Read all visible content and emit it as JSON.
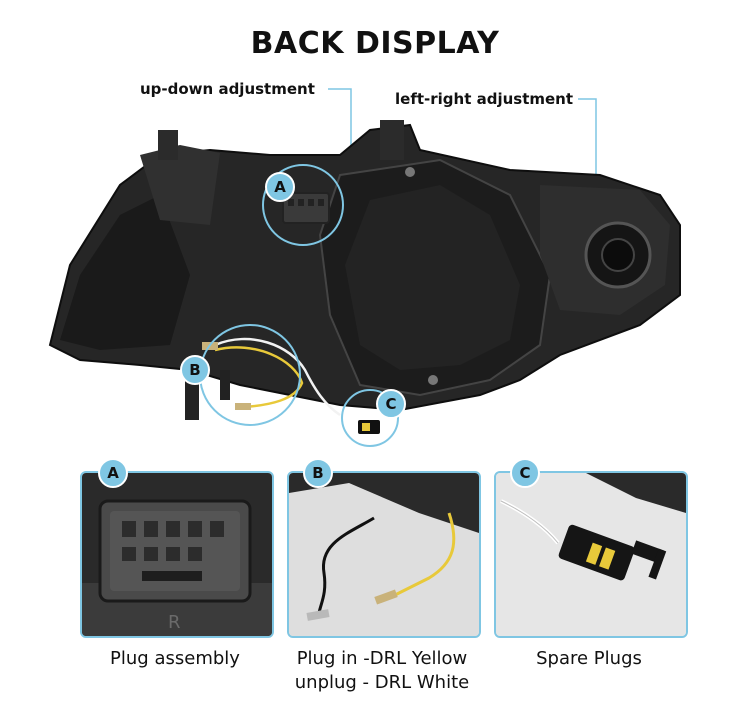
{
  "title": "BACK DISPLAY",
  "callouts": {
    "up_down": "up-down adjustment",
    "left_right": "left-right adjustment"
  },
  "markers": [
    "A",
    "B",
    "C"
  ],
  "panels": [
    {
      "badge": "A",
      "caption_lines": [
        "Plug assembly"
      ]
    },
    {
      "badge": "B",
      "caption_lines": [
        "Plug in -DRL Yellow",
        "unplug - DRL White"
      ]
    },
    {
      "badge": "C",
      "caption_lines": [
        "Spare Plugs"
      ]
    }
  ],
  "colors": {
    "accent": "#7fc6e3",
    "housing_dark": "#1f1f1f",
    "housing_mid": "#3a3a3a",
    "wire_yellow": "#e8c93a",
    "wire_white": "#f2f2f2",
    "panel_bg": "#e9e9e9"
  }
}
